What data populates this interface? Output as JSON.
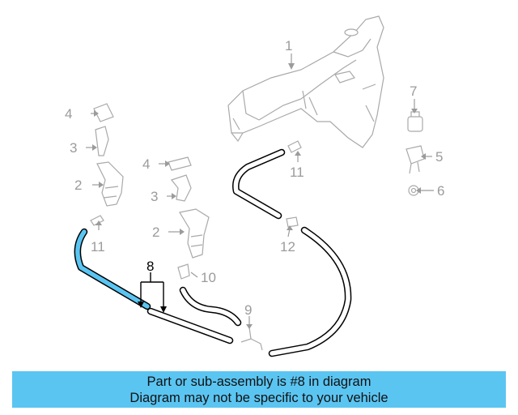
{
  "diagram": {
    "highlight_color": "#5bc5f2",
    "callouts": {
      "c1": "1",
      "c2_left": "2",
      "c2_mid": "2",
      "c3_left": "3",
      "c3_mid": "3",
      "c4_left": "4",
      "c4_mid": "4",
      "c5": "5",
      "c6": "6",
      "c7": "7",
      "c8": "8",
      "c9": "9",
      "c10": "10",
      "c11_left": "11",
      "c11_right": "11",
      "c12": "12"
    }
  },
  "banner": {
    "line1": "Part or sub-assembly is #8 in diagram",
    "line2": "Diagram may not be specific to your vehicle"
  }
}
